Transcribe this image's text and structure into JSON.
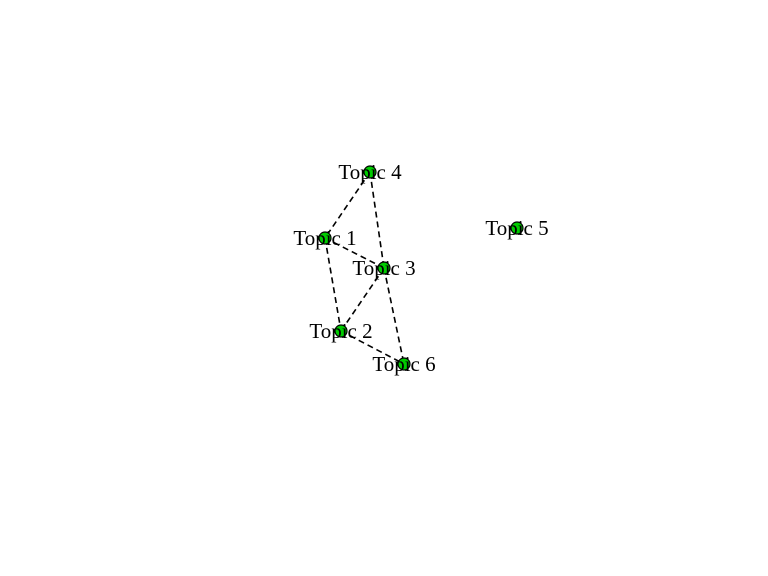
{
  "graph": {
    "node_color": "#00cc00",
    "edge_style": "dashed",
    "nodes": [
      {
        "id": "t1",
        "label": "Topic 1"
      },
      {
        "id": "t2",
        "label": "Topic 2"
      },
      {
        "id": "t3",
        "label": "Topic 3"
      },
      {
        "id": "t4",
        "label": "Topic 4"
      },
      {
        "id": "t5",
        "label": "Topic 5"
      },
      {
        "id": "t6",
        "label": "Topic 6"
      }
    ],
    "edges": [
      {
        "from": "t4",
        "to": "t1"
      },
      {
        "from": "t4",
        "to": "t3"
      },
      {
        "from": "t1",
        "to": "t3"
      },
      {
        "from": "t1",
        "to": "t2"
      },
      {
        "from": "t3",
        "to": "t2"
      },
      {
        "from": "t3",
        "to": "t6"
      },
      {
        "from": "t2",
        "to": "t6"
      }
    ]
  }
}
